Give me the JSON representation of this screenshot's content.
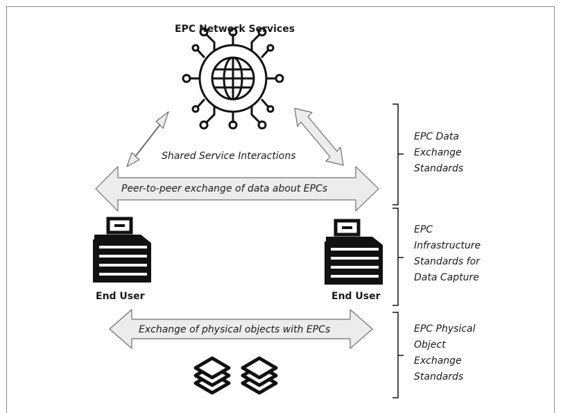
{
  "diagram": {
    "title": "EPC Network Services",
    "shared_label": "Shared Service Interactions",
    "peer_label": "Peer-to-peer exchange of data about EPCs",
    "physical_label": "Exchange of physical objects with EPCs",
    "end_user_left": "End User",
    "end_user_right": "End User"
  },
  "standards": {
    "data_exchange": [
      "EPC Data",
      "Exchange",
      "Standards"
    ],
    "infrastructure": [
      "EPC",
      "Infrastructure",
      "Standards for",
      "Data Capture"
    ],
    "physical": [
      "EPC Physical",
      "Object",
      "Exchange",
      "Standards"
    ]
  },
  "icons": {
    "network": "globe-network-icon",
    "building": "office-building-icon",
    "objects": "stacked-layers-icon"
  },
  "colors": {
    "arrow_fill": "#ececec",
    "arrow_stroke": "#6e6e6e",
    "icon": "#111111"
  }
}
